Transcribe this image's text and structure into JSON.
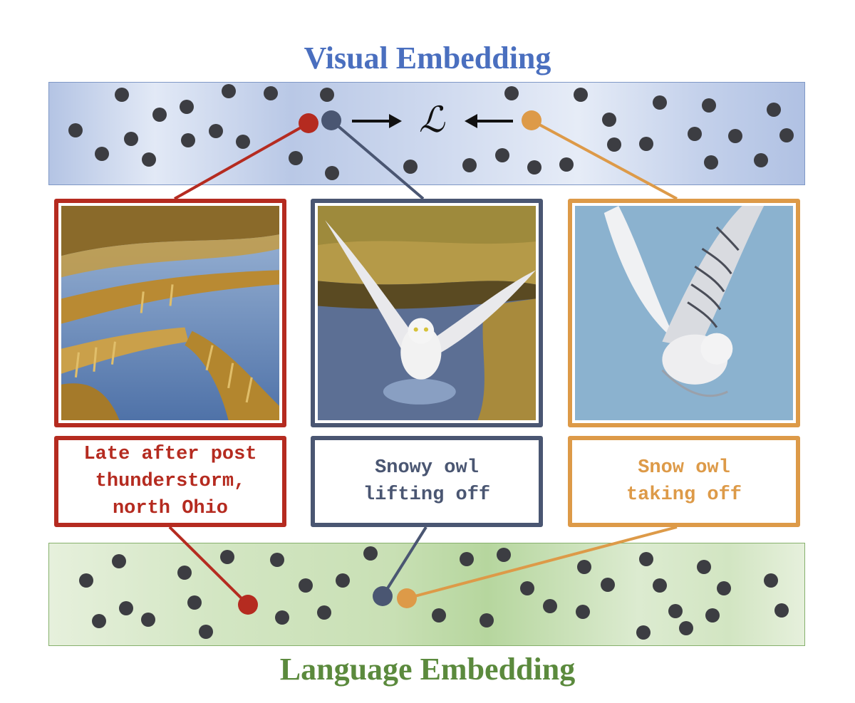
{
  "visual_embedding": {
    "title": "Visual Embedding",
    "loss_symbol": "ℒ"
  },
  "language_embedding": {
    "title": "Language Embedding"
  },
  "pairs": [
    {
      "name": "field",
      "image": "flooded crop field at sunset",
      "caption": "Late after post\nthunderstorm,\nnorth Ohio",
      "color": "#b52b20"
    },
    {
      "name": "snowy-owl-water",
      "image": "snowy owl lifting off from water",
      "caption": "Snowy owl\nlifting off",
      "color": "#4a5672"
    },
    {
      "name": "snow-owl-sky",
      "image": "snowy owl in flight against blue sky",
      "caption": "Snow owl\ntaking off",
      "color": "#dd9a48"
    }
  ],
  "colors": {
    "visual_title": "#4a6fbf",
    "language_title": "#5b8a3d",
    "dot": "#3c3d42"
  }
}
